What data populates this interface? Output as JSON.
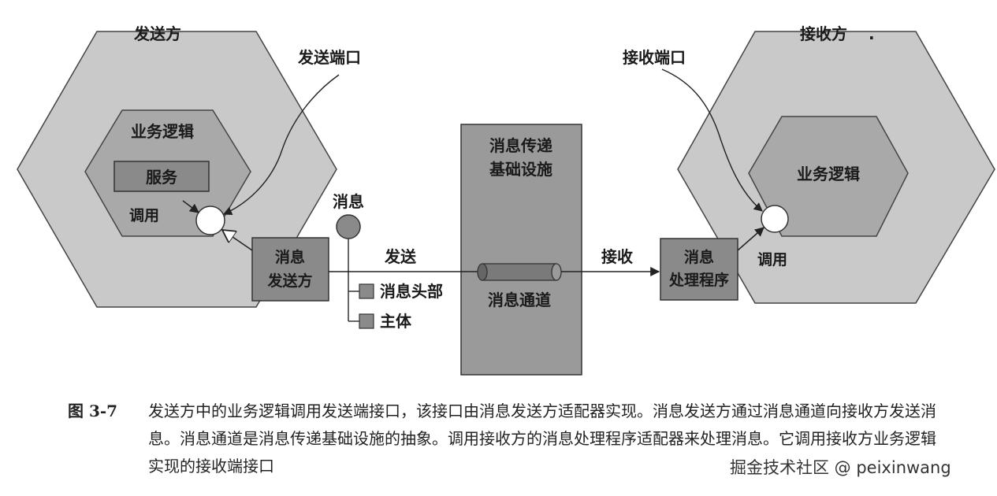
{
  "sender": {
    "title": "发送方",
    "port_label": "发送端口",
    "business_logic": "业务逻辑",
    "service": "服务",
    "invoke": "调用",
    "adapter_line1": "消息",
    "adapter_line2": "发送方"
  },
  "message": {
    "label": "消息",
    "header": "消息头部",
    "body": "主体",
    "send": "发送"
  },
  "infrastructure": {
    "line1": "消息传递",
    "line2": "基础设施",
    "channel": "消息通道"
  },
  "receiver": {
    "title": "接收方",
    "dot": ".",
    "port_label": "接收端口",
    "business_logic": "业务逻辑",
    "invoke": "调用",
    "receive": "接收",
    "handler_line1": "消息",
    "handler_line2": "处理程序"
  },
  "caption": {
    "number": "图 3-7",
    "text": "发送方中的业务逻辑调用发送端接口，该接口由消息发送方适配器实现。消息发送方通过消息通道向接收方发送消息。消息通道是消息传递基础设施的抽象。调用接收方的消息处理程序适配器来处理消息。它调用接收方业务逻辑实现的接收端接口"
  },
  "watermark": "掘金技术社区 @ peixinwang",
  "colors": {
    "outer_hex": "#c9c9c9",
    "inner_hex": "#a9a9a9",
    "box": "#8a8a8a",
    "stroke": "#333333"
  }
}
